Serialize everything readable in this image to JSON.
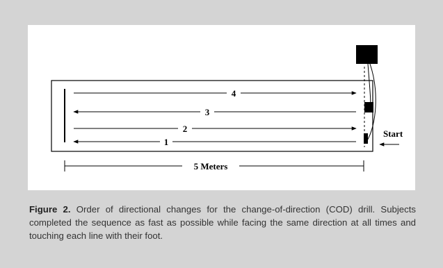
{
  "figure": {
    "lanes": [
      {
        "label": "4"
      },
      {
        "label": "3"
      },
      {
        "label": "2"
      },
      {
        "label": "1"
      }
    ],
    "start_label": "Start",
    "distance_label": "5 Meters"
  },
  "caption": {
    "label": "Figure 2.",
    "text": " Order of directional changes for the change-of-direction (COD) drill. Subjects completed the sequence as fast as possible while facing the same direction at all times and touching each line with their foot."
  }
}
